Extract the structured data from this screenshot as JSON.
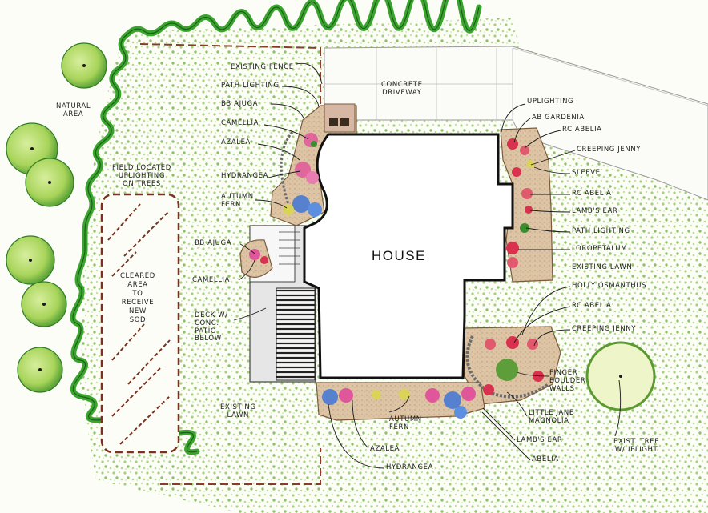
{
  "house": "HOUSE",
  "labels": {
    "natural_area": [
      "NATURAL",
      "AREA"
    ],
    "field_uplighting": [
      "FIELD LOCATED",
      "UPLIGHTING",
      "ON TREES"
    ],
    "cleared_area": [
      "CLEARED",
      "AREA",
      "TO",
      "RECEIVE",
      "NEW",
      "SOD"
    ],
    "existing_fence": "EXISTING FENCE",
    "path_lighting_top": "PATH LIGHTING",
    "bb_ajuga_top": "BB AJUGA",
    "camellia_top": "CAMELLIA",
    "azalea_top": "AZALEA",
    "hydrangea_top": "HYDRANGEA",
    "autumn_fern_top": [
      "AUTUMN",
      "FERN"
    ],
    "bb_ajuga_mid": "BB AJUGA",
    "camellia_mid": "CAMELLIA",
    "deck": [
      "DECK W/",
      "CONC.",
      "PATIO",
      "BELOW"
    ],
    "existing_lawn_left": [
      "EXISTING",
      "LAWN"
    ],
    "concrete_driveway": [
      "CONCRETE",
      "DRIVEWAY"
    ],
    "uplighting": "UPLIGHTING",
    "ab_gardenia": "AB GARDENIA",
    "rc_abelia_1": "RC ABELIA",
    "creeping_jenny_1": "CREEPING JENNY",
    "sleeve": "SLEEVE",
    "rc_abelia_2": "RC ABELIA",
    "lambs_ear_right": "LAMB'S EAR",
    "path_lighting_right": "PATH LIGHTING",
    "loropetalum": "LOROPETALUM",
    "existing_lawn_right": "EXISTING LAWN",
    "holly_osmanthus": "HOLLY OSMANTHUS",
    "rc_abelia_3": "RC ABELIA",
    "creeping_jenny_2": "CREEPING JENNY",
    "finger_boulder": [
      "FINGER",
      "BOULDER",
      "WALLS"
    ],
    "little_jane": [
      "LITTLE JANE",
      "MAGNOLIA"
    ],
    "lambs_ear_bottom": "LAMB'S EAR",
    "abelia": "ABELIA",
    "autumn_fern_bottom": [
      "AUTUMN",
      "FERN"
    ],
    "azalea_bottom": "AZALEA",
    "hydrangea_bottom": "HYDRANGEA",
    "exist_tree": [
      "EXIST. TREE",
      "W/UPLIGHT"
    ]
  },
  "colors": {
    "hedge": "#2f9a2a",
    "lawn_dots": "#8fc36a",
    "mulch": "#d9bf9e",
    "tree_fill": "#b8dc6e",
    "tree_dark": "#3f8e2a",
    "pink_flower": "#e0569a",
    "blue_flower": "#3f76d6",
    "red_flower": "#d8324e",
    "yellow_plant": "#d9d35a"
  }
}
